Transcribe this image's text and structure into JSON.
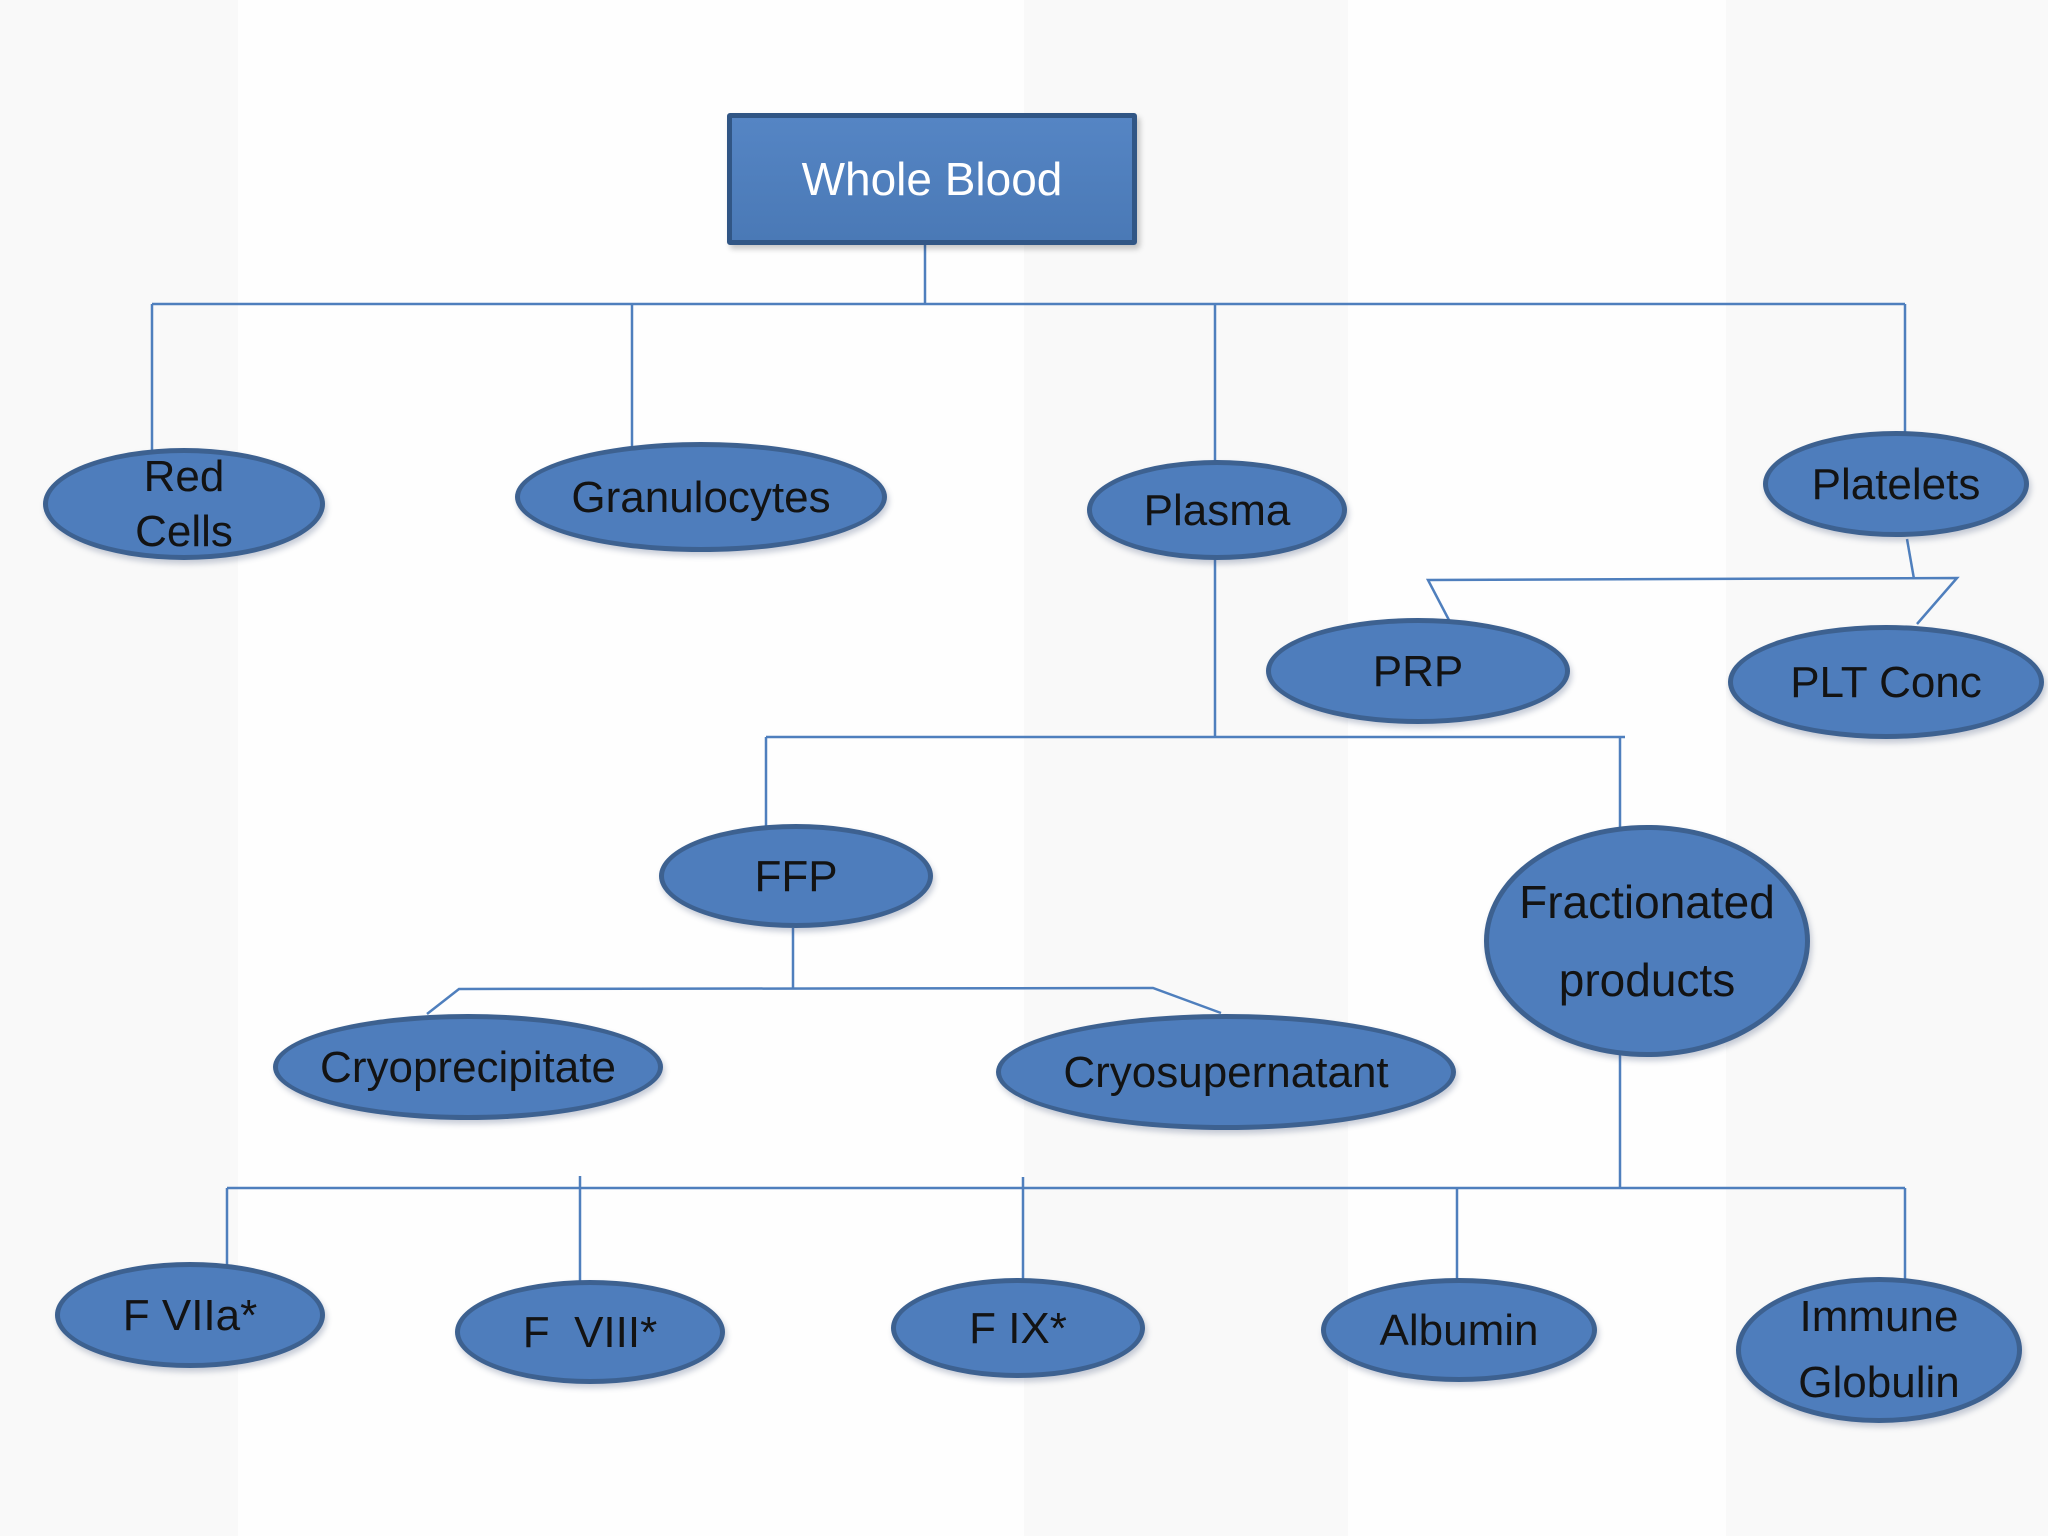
{
  "nodes": {
    "whole_blood": {
      "label": "Whole Blood"
    },
    "red_cells": {
      "label": "Red\nCells"
    },
    "granulocytes": {
      "label": "Granulocytes"
    },
    "plasma": {
      "label": "Plasma"
    },
    "platelets": {
      "label": "Platelets"
    },
    "prp": {
      "label": "PRP"
    },
    "plt_conc": {
      "label": "PLT Conc"
    },
    "ffp": {
      "label": "FFP"
    },
    "fractionated_products": {
      "label": "Fractionated\nproducts"
    },
    "cryoprecipitate": {
      "label": "Cryoprecipitate"
    },
    "cryosupernatant": {
      "label": "Cryosupernatant"
    },
    "f_viia": {
      "label": "F VIIa*"
    },
    "f_viii": {
      "label": "F  VIII*"
    },
    "f_ix": {
      "label": "F IX*"
    },
    "albumin": {
      "label": "Albumin"
    },
    "immune_globulin": {
      "label": "Immune\nGlobulin"
    }
  },
  "edges": [
    {
      "from": "whole_blood",
      "to": "red_cells"
    },
    {
      "from": "whole_blood",
      "to": "granulocytes"
    },
    {
      "from": "whole_blood",
      "to": "plasma"
    },
    {
      "from": "whole_blood",
      "to": "platelets"
    },
    {
      "from": "platelets",
      "to": "prp"
    },
    {
      "from": "platelets",
      "to": "plt_conc"
    },
    {
      "from": "plasma",
      "to": "ffp"
    },
    {
      "from": "plasma",
      "to": "fractionated_products"
    },
    {
      "from": "ffp",
      "to": "cryoprecipitate"
    },
    {
      "from": "ffp",
      "to": "cryosupernatant"
    },
    {
      "from": "fractionated_products",
      "to": "f_viia"
    },
    {
      "from": "fractionated_products",
      "to": "f_viii"
    },
    {
      "from": "fractionated_products",
      "to": "f_ix"
    },
    {
      "from": "fractionated_products",
      "to": "albumin"
    },
    {
      "from": "fractionated_products",
      "to": "immune_globulin"
    }
  ],
  "colors": {
    "node_fill": "#4e7dbc",
    "node_border": "#3d6190",
    "box_border": "#315685",
    "connector": "#4f7fbd",
    "node_text": "#131313",
    "box_text": "#ffffff",
    "background": "#fefefe"
  }
}
